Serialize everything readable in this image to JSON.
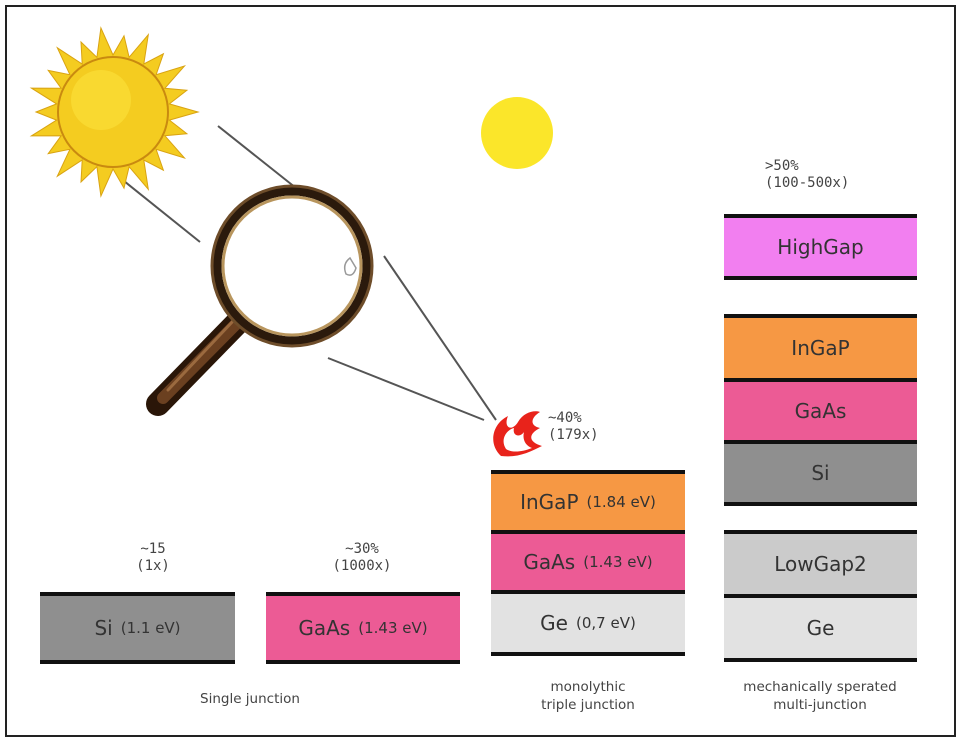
{
  "colors": {
    "si": "#8f8f8f",
    "gaas": "#ec5b95",
    "ingap": "#f69844",
    "ge": "#e2e2e2",
    "lowgap": "#cbcbcb",
    "highgap": "#f27ff0",
    "sun": "#f4cc20",
    "sun_disc": "#fbe62a",
    "flame": "#e8231b"
  },
  "icons": [
    "sun-icon",
    "sun-disc-icon",
    "magnifying-glass-icon",
    "flame-icon"
  ],
  "single": {
    "si": {
      "efficiency": "~15",
      "concentration": "(1x)",
      "name": "Si",
      "ev": "(1.1 eV)"
    },
    "gaas": {
      "efficiency": "~30%",
      "concentration": "(1000x)",
      "name": "GaAs",
      "ev": "(1.43 eV)"
    },
    "caption": "Single junction"
  },
  "triple": {
    "efficiency": "~40%",
    "concentration": "(179x)",
    "layers": [
      {
        "name": "InGaP",
        "ev": "(1.84 eV)"
      },
      {
        "name": "GaAs",
        "ev": "(1.43 eV)"
      },
      {
        "name": "Ge",
        "ev": "(0,7 eV)"
      }
    ],
    "caption_line1": "monolythic",
    "caption_line2": "triple junction"
  },
  "multi": {
    "efficiency": ">50%",
    "concentration": "(100-500x)",
    "layers": [
      "HighGap",
      "InGaP",
      "GaAs",
      "Si",
      "LowGap2",
      "Ge"
    ],
    "caption_line1": "mechanically sperated",
    "caption_line2": "multi-junction"
  }
}
